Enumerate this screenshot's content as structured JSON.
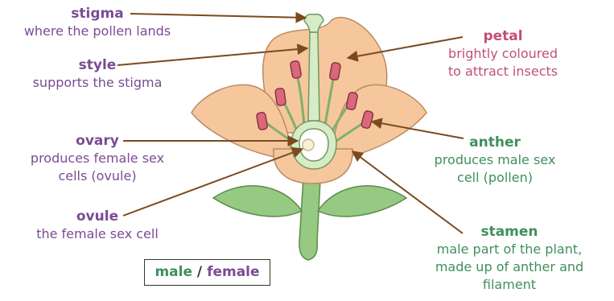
{
  "labels": {
    "stigma": {
      "term": "stigma",
      "desc": "where the pollen lands"
    },
    "style": {
      "term": "style",
      "desc": "supports the stigma"
    },
    "ovary": {
      "term": "ovary",
      "desc_lines": [
        "produces female sex",
        "cells (ovule)"
      ]
    },
    "ovule": {
      "term": "ovule",
      "desc": "the female sex cell"
    },
    "petal": {
      "term": "petal",
      "desc_lines": [
        "brightly coloured",
        "to attract insects"
      ]
    },
    "anther": {
      "term": "anther",
      "desc_lines": [
        "produces male sex",
        "cell (pollen)"
      ]
    },
    "stamen": {
      "term": "stamen",
      "desc_lines": [
        "male part of the plant,",
        "made up of anther and",
        "filament"
      ]
    }
  },
  "legend": {
    "male": "male",
    "separator": " / ",
    "female": "female"
  },
  "colors": {
    "female": "#7a4c94",
    "male": "#3f8f5c",
    "petal": "#c24f7c",
    "petal_fill": "#f6c79c",
    "stem_fill": "#96c981",
    "anther_fill": "#d9687b",
    "carpel_fill": "#d6ecc6",
    "arrow": "#7a4a1e"
  }
}
